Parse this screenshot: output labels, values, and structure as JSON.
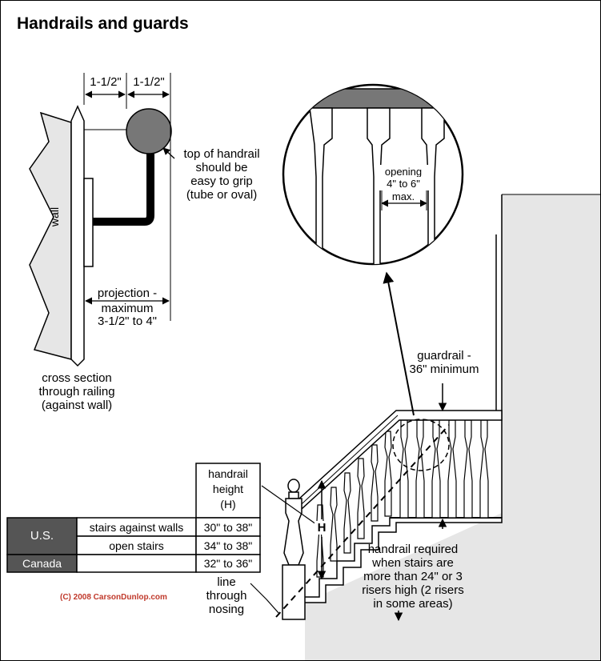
{
  "title": "Handrails and guards",
  "cross_section": {
    "dim_left": "1-1/2\"",
    "dim_right": "1-1/2\"",
    "wall_label": "wall",
    "grip_note": [
      "top of handrail",
      "should be",
      "easy to grip",
      "(tube or oval)"
    ],
    "projection_note": [
      "projection -",
      "maximum",
      "3-1/2\" to 4\""
    ],
    "caption": [
      "cross section",
      "through railing",
      "(against wall)"
    ]
  },
  "detail": {
    "opening_note": [
      "opening",
      "4\" to 6\"",
      "max."
    ]
  },
  "stair": {
    "guardrail_note": [
      "guardrail -",
      "36\" minimum"
    ],
    "height_marker": "H",
    "handrail_required_note": [
      "handrail required",
      "when stairs are",
      "more than 24\" or 3",
      "risers high (2 risers",
      "in some areas)"
    ],
    "nosing_note": [
      "line",
      "through",
      "nosing"
    ]
  },
  "table": {
    "header": [
      "handrail",
      "height",
      "(H)"
    ],
    "rows": [
      {
        "country": "U.S.",
        "condition": "stairs against walls",
        "height": "30\" to 38\""
      },
      {
        "country": "",
        "condition": "open stairs",
        "height": "34\" to 38\""
      },
      {
        "country": "Canada",
        "condition": "",
        "height": "32\" to 36\""
      }
    ]
  },
  "copyright": "(C) 2008 CarsonDunlop.com",
  "colors": {
    "wall_fill": "#e6e6e6",
    "rail_ball": "#777777",
    "table_header_fill": "#555555",
    "copyright_red": "#c0392b"
  }
}
